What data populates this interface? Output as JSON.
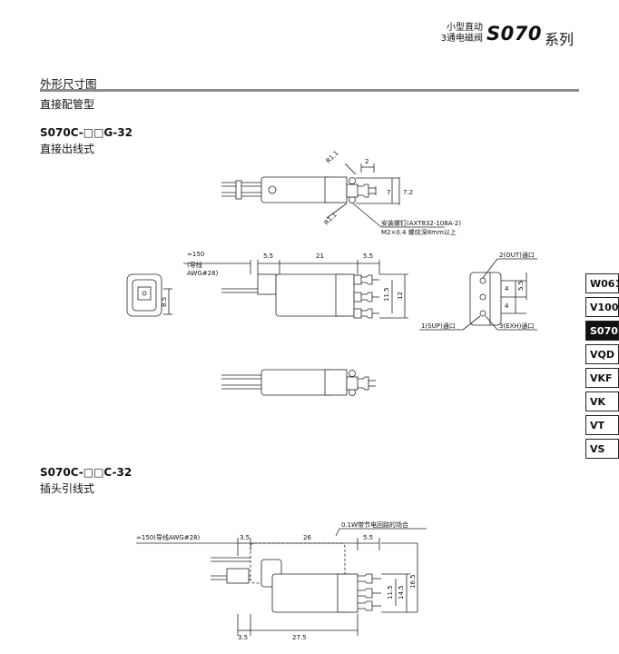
{
  "header": {
    "desc_line1": "小型直动",
    "desc_line2": "3通电磁阀",
    "model": "S070",
    "series": "系列"
  },
  "section": {
    "title": "外形尺寸图",
    "subtitle": "直接配管型"
  },
  "models": [
    {
      "code": "S070C-□□G-32",
      "desc": "直接出线式"
    },
    {
      "code": "S070C-□□C-32",
      "desc": "插头引线式"
    }
  ],
  "tabs": [
    {
      "label": "W061",
      "active": false
    },
    {
      "label": "V100",
      "active": false
    },
    {
      "label": "S070",
      "active": true
    },
    {
      "label": "VQD",
      "active": false
    },
    {
      "label": "VKF",
      "active": false
    },
    {
      "label": "VK",
      "active": false
    },
    {
      "label": "VT",
      "active": false
    },
    {
      "label": "VS",
      "active": false
    }
  ],
  "drawing1": {
    "top_dims": [
      "R1.1",
      "2",
      "7",
      "7.2",
      "R1.1"
    ],
    "screw_note_1": "安装螺钉(AXT832-108A-2)",
    "screw_note_2": "M2×0.4 螺纹深8mm以上",
    "front_dims": [
      "≈150",
      "(导线",
      "AWG#28)",
      "5.5",
      "21",
      "5.5",
      "11.5",
      "12",
      "8.5"
    ],
    "ports": [
      "2(OUT)通口",
      "1(SUP)通口",
      "3(EXH)通口"
    ],
    "side_dims": [
      "4",
      "4",
      "5.5"
    ]
  },
  "drawing2": {
    "lead_note": "≈150(导线AWG#28)",
    "circuit_note": "0.1W带节电回路的场合",
    "dims": [
      "3.5",
      "26",
      "5.5",
      "11.5",
      "14.5",
      "16.5",
      "3.5",
      "27.5"
    ]
  }
}
